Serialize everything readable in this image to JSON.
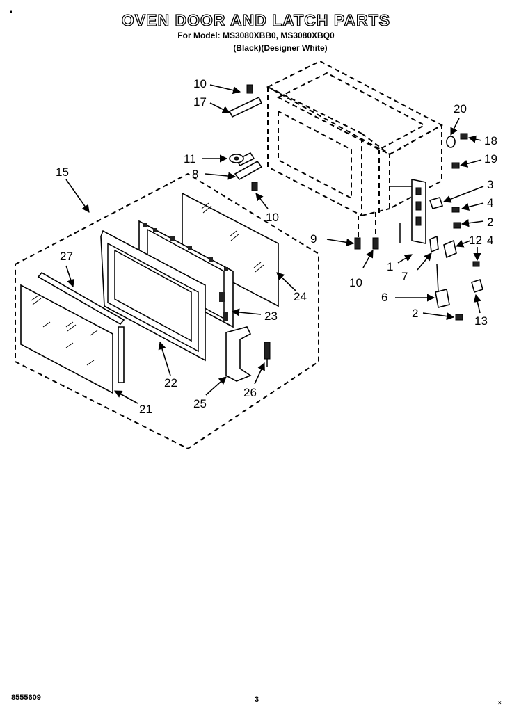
{
  "header": {
    "title": "OVEN DOOR AND LATCH PARTS",
    "model_line": "For Model: MS3080XBB0, MS3080XBQ0",
    "color_line": "(Black)(Designer White)"
  },
  "callouts": [
    {
      "id": "c10a",
      "text": "10"
    },
    {
      "id": "c17",
      "text": "17"
    },
    {
      "id": "c20",
      "text": "20"
    },
    {
      "id": "c18",
      "text": "18"
    },
    {
      "id": "c19",
      "text": "19"
    },
    {
      "id": "c11",
      "text": "11"
    },
    {
      "id": "c8",
      "text": "8"
    },
    {
      "id": "c15",
      "text": "15"
    },
    {
      "id": "c10b",
      "text": "10"
    },
    {
      "id": "c3",
      "text": "3"
    },
    {
      "id": "c4a",
      "text": "4"
    },
    {
      "id": "c2a",
      "text": "2"
    },
    {
      "id": "c9",
      "text": "9"
    },
    {
      "id": "c12",
      "text": "12"
    },
    {
      "id": "c4b",
      "text": "4"
    },
    {
      "id": "c27",
      "text": "27"
    },
    {
      "id": "c1",
      "text": "1"
    },
    {
      "id": "c10c",
      "text": "10"
    },
    {
      "id": "c7",
      "text": "7"
    },
    {
      "id": "c24",
      "text": "24"
    },
    {
      "id": "c6",
      "text": "6"
    },
    {
      "id": "c23",
      "text": "23"
    },
    {
      "id": "c2b",
      "text": "2"
    },
    {
      "id": "c13",
      "text": "13"
    },
    {
      "id": "c22",
      "text": "22"
    },
    {
      "id": "c26",
      "text": "26"
    },
    {
      "id": "c25",
      "text": "25"
    },
    {
      "id": "c21",
      "text": "21"
    }
  ],
  "footer": {
    "code": "8555609",
    "page": "3"
  }
}
